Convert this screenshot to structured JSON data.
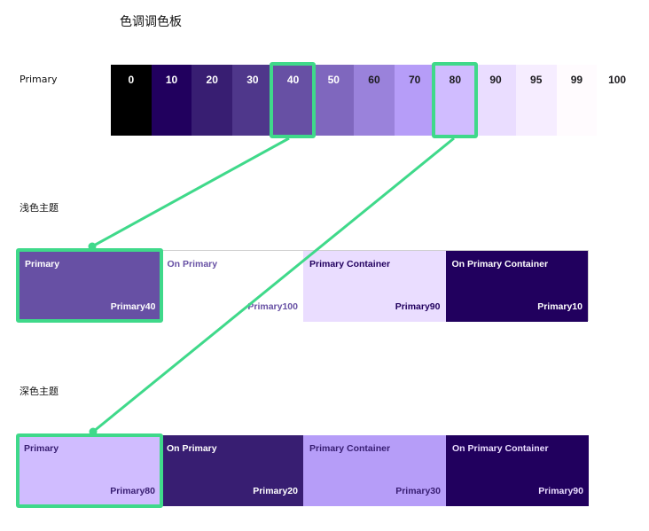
{
  "title": "色调调色板",
  "palette": {
    "label": "Primary",
    "tones": [
      {
        "label": "0",
        "bg": "#000000",
        "fg": "#ffffff"
      },
      {
        "label": "10",
        "bg": "#21005e",
        "fg": "#ffffff"
      },
      {
        "label": "20",
        "bg": "#381e72",
        "fg": "#ffffff"
      },
      {
        "label": "30",
        "bg": "#4f378b",
        "fg": "#ffffff"
      },
      {
        "label": "40",
        "bg": "#6750a4",
        "fg": "#ffffff"
      },
      {
        "label": "50",
        "bg": "#7f67be",
        "fg": "#ffffff"
      },
      {
        "label": "60",
        "bg": "#9a82db",
        "fg": "#1c1b1f"
      },
      {
        "label": "70",
        "bg": "#b69df8",
        "fg": "#1c1b1f"
      },
      {
        "label": "80",
        "bg": "#d0bcff",
        "fg": "#1c1b1f"
      },
      {
        "label": "90",
        "bg": "#eaddff",
        "fg": "#1c1b1f"
      },
      {
        "label": "95",
        "bg": "#f6edff",
        "fg": "#1c1b1f"
      },
      {
        "label": "99",
        "bg": "#fffbfe",
        "fg": "#1c1b1f"
      },
      {
        "label": "100",
        "bg": "#ffffff",
        "fg": "#1c1b1f"
      }
    ]
  },
  "light_theme": {
    "label": "浅色主题",
    "roles": [
      {
        "name": "Primary",
        "tone": "Primary40",
        "bg": "#6750a4",
        "fg": "#ffffff"
      },
      {
        "name": "On Primary",
        "tone": "Primary100",
        "bg": "#ffffff",
        "fg": "#6750a4"
      },
      {
        "name": "Primary Container",
        "tone": "Primary90",
        "bg": "#eaddff",
        "fg": "#21005e"
      },
      {
        "name": "On Primary Container",
        "tone": "Primary10",
        "bg": "#21005e",
        "fg": "#ffffff"
      }
    ]
  },
  "dark_theme": {
    "label": "深色主题",
    "roles": [
      {
        "name": "Primary",
        "tone": "Primary80",
        "bg": "#d0bcff",
        "fg": "#381e72"
      },
      {
        "name": "On Primary",
        "tone": "Primary20",
        "bg": "#381e72",
        "fg": "#ffffff"
      },
      {
        "name": "Primary Container",
        "tone": "Primary30",
        "bg": "#b69df8",
        "fg": "#381e72"
      },
      {
        "name": "On Primary Container",
        "tone": "Primary90",
        "bg": "#21005e",
        "fg": "#eaddff"
      }
    ]
  },
  "accent_color": "#3fd98a"
}
